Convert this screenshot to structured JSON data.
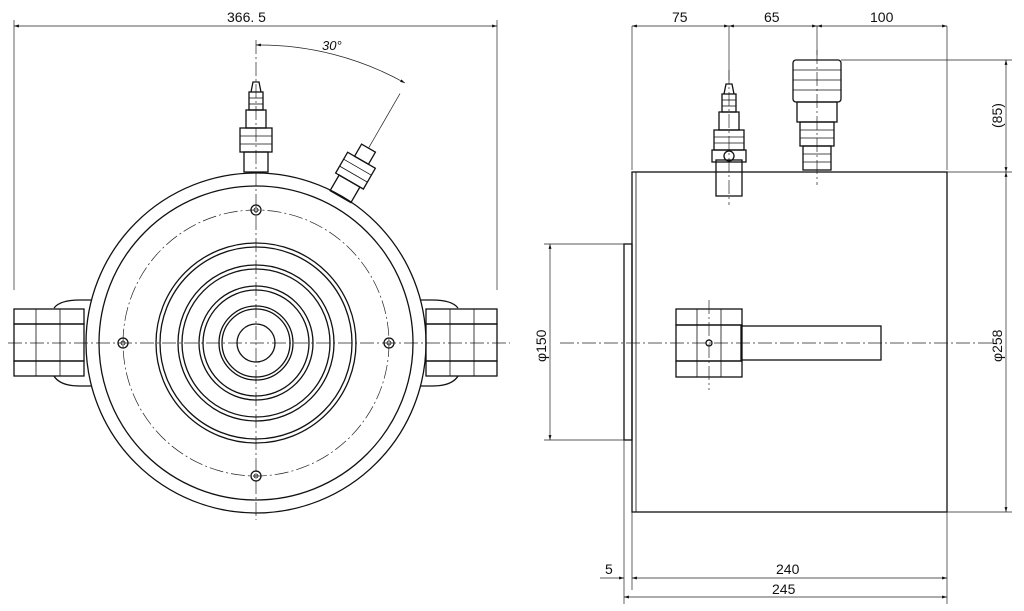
{
  "dimensions": {
    "overall_width": "366. 5",
    "angle": "30°",
    "d75": "75",
    "d65": "65",
    "d100": "100",
    "d85": "(85)",
    "dia150": "φ150",
    "dia258": "φ258",
    "d5": "5",
    "d240": "240",
    "d245": "245"
  },
  "colors": {
    "line": "#111111",
    "background": "#ffffff"
  }
}
